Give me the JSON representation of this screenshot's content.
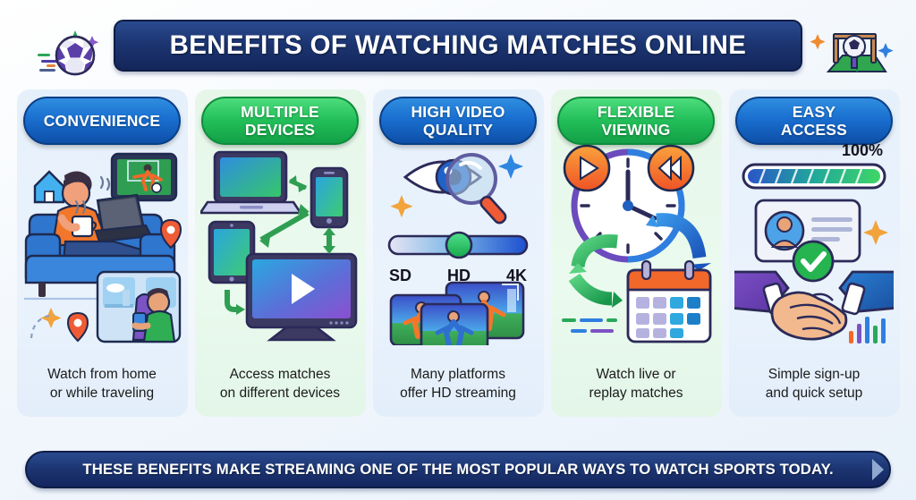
{
  "header": {
    "title": "BENEFITS OF WATCHING MATCHES ONLINE",
    "left_icon": "soccer-ball-icon",
    "right_icon": "goal-post-icon"
  },
  "columns": [
    {
      "id": "convenience",
      "heading": "CONVENIENCE",
      "caption": "Watch from home\nor while traveling",
      "caption_line1": "Watch from home",
      "caption_line2": "or while traveling",
      "theme": "blue",
      "illustration": "person-on-couch-with-laptop"
    },
    {
      "id": "multiple-devices",
      "heading": "MULTIPLE DEVICES",
      "heading_line1": "MULTIPLE",
      "heading_line2": "DEVICES",
      "caption_line1": "Access matches",
      "caption_line2": "on different devices",
      "theme": "green",
      "illustration": "devices-sync-diagram"
    },
    {
      "id": "high-video-quality",
      "heading": "HIGH VIDEO QUALITY",
      "heading_line1": "HIGH VIDEO",
      "heading_line2": "QUALITY",
      "caption_line1": "Many platforms",
      "caption_line2": "offer HD streaming",
      "theme": "blue",
      "illustration": "eye-magnifier-quality-slider",
      "slider": {
        "labels": [
          "SD",
          "HD",
          "4K"
        ],
        "selected": "HD"
      }
    },
    {
      "id": "flexible-viewing",
      "heading": "FLEXIBLE VIEWING",
      "heading_line1": "FLEXIBLE",
      "heading_line2": "VIEWING",
      "caption_line1": "Watch live or",
      "caption_line2": "replay matches",
      "theme": "green",
      "illustration": "clock-calendar-playback"
    },
    {
      "id": "easy-access",
      "heading": "EASY ACCESS",
      "heading_line1": "EASY",
      "heading_line2": "ACCESS",
      "caption_line1": "Simple sign-up",
      "caption_line2": "and quick setup",
      "theme": "blue",
      "illustration": "handshake-signup-complete",
      "progress": {
        "value": "100%"
      }
    }
  ],
  "footer": {
    "text": "THESE BENEFITS MAKE STREAMING ONE OF THE MOST POPULAR WAYS TO WATCH SPORTS TODAY."
  },
  "colors": {
    "banner_blue": "#1b3470",
    "pill_blue": "#1a6fd0",
    "pill_green": "#23bf5a",
    "panel_blue_bg": "#e6f0fb",
    "panel_green_bg": "#e6f7ea",
    "accent_orange": "#f2682a",
    "accent_green": "#22b24c",
    "accent_purple": "#6b4bbd"
  }
}
